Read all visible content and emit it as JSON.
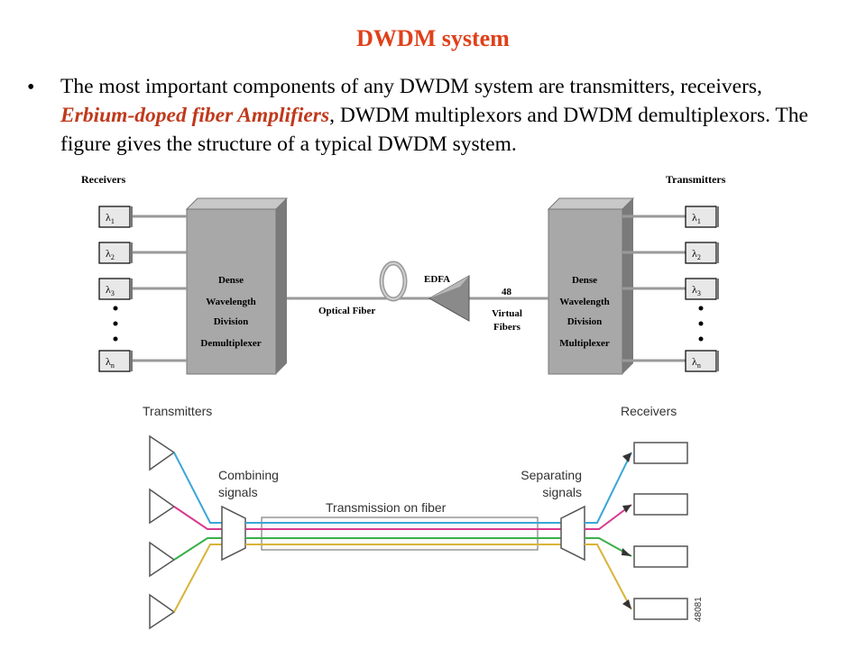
{
  "title": "DWDM system",
  "bullet": "•",
  "paragraph": {
    "part1": "The most important components of any DWDM system are transmitters, receivers, ",
    "highlight": "Erbium-doped fiber Amplifiers",
    "part2": ", DWDM multiplexors and DWDM demultiplexors. The figure gives the structure of a typical DWDM system."
  },
  "top_figure": {
    "receivers_label": "Receivers",
    "transmitters_label": "Transmitters",
    "demux_lines": [
      "Dense",
      "Wavelength",
      "Division",
      "Demultiplexer"
    ],
    "mux_lines": [
      "Dense",
      "Wavelength",
      "Division",
      "Multiplexer"
    ],
    "optical_fiber": "Optical Fiber",
    "edfa": "EDFA",
    "virtual_count": "48",
    "virtual_lines": [
      "Virtual",
      "Fibers"
    ],
    "lambda_symbol": "λ",
    "lambda_subs": [
      "1",
      "2",
      "3",
      "n"
    ],
    "colors": {
      "box_fill": "#a8a8a8",
      "box_side": "#7a7a7a",
      "fiber": "#9a9a9a"
    }
  },
  "bottom_figure": {
    "transmitters": "Transmitters",
    "receivers": "Receivers",
    "combining_lines": [
      "Combining",
      "signals"
    ],
    "separating_lines": [
      "Separating",
      "signals"
    ],
    "transmission": "Transmission on fiber",
    "figure_id": "48081",
    "signal_colors": [
      "#3aa6d8",
      "#d83a8e",
      "#3ab04a",
      "#d8b43a"
    ]
  }
}
